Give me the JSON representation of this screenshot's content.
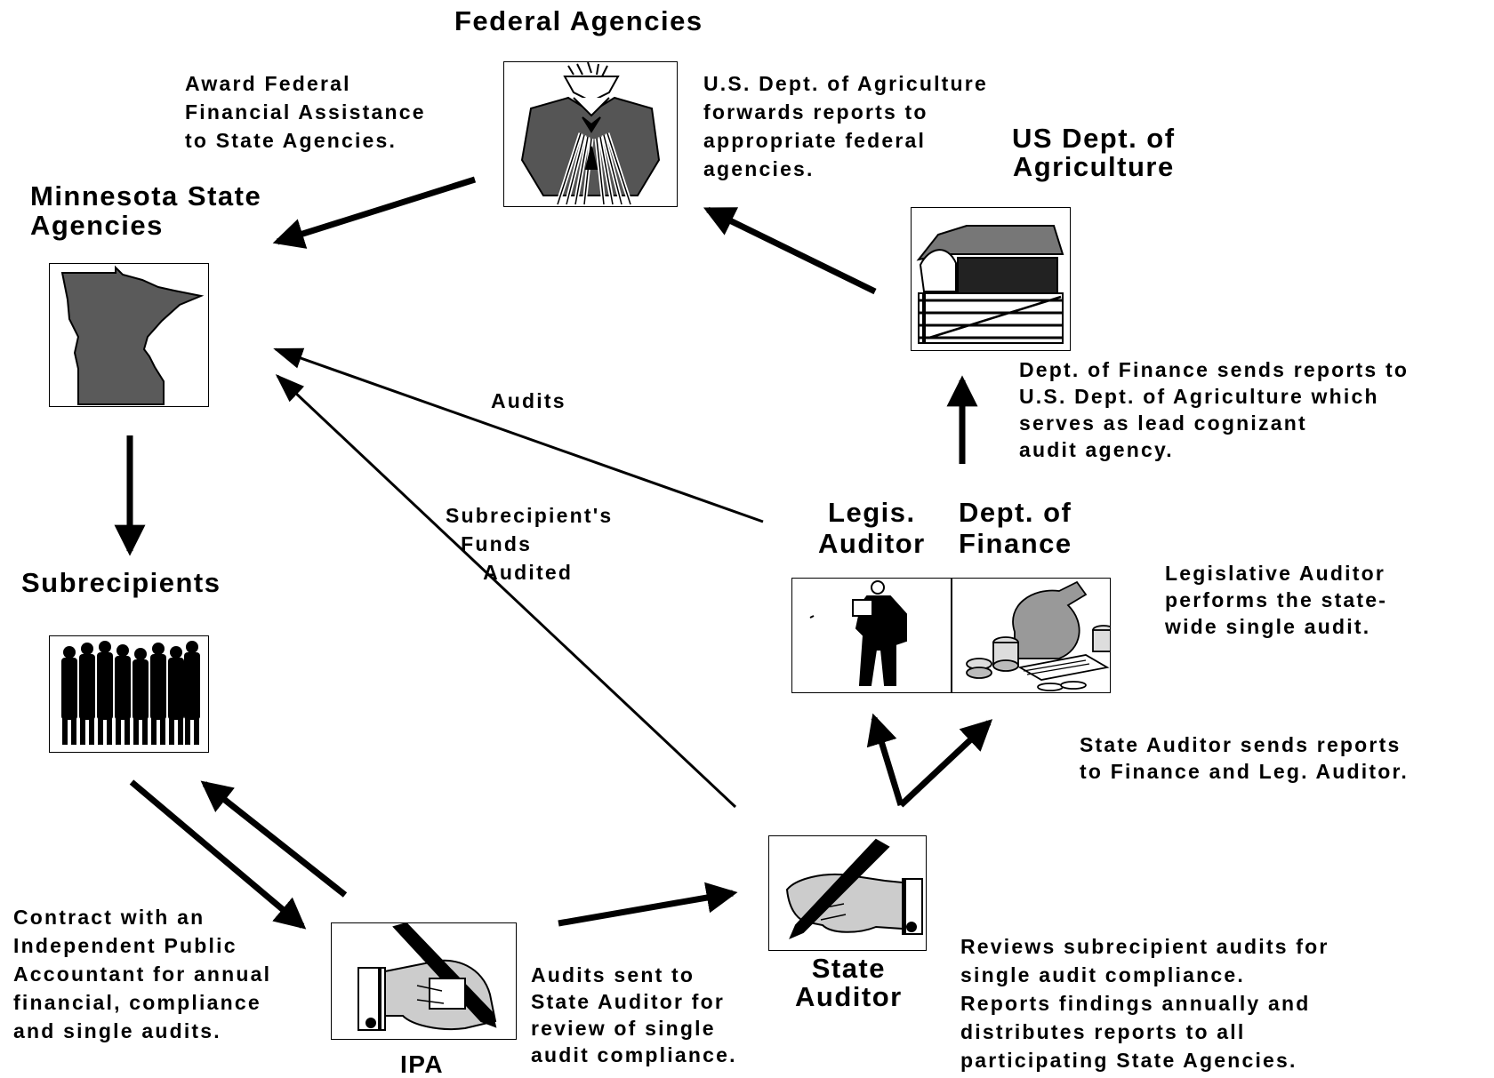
{
  "nodes": {
    "federal": {
      "title": "Federal Agencies",
      "icon": "official-figure-icon"
    },
    "minnesota": {
      "title": "Minnesota State\nAgencies",
      "icon": "minnesota-map-icon"
    },
    "usda": {
      "title": "US Dept. of\nAgriculture",
      "icon": "barn-icon"
    },
    "subrecipients": {
      "title": "Subrecipients",
      "icon": "crowd-icon"
    },
    "legis_auditor": {
      "title": "Legis.\nAuditor",
      "icon": "auditor-figure-icon"
    },
    "dept_finance": {
      "title": "Dept. of\nFinance",
      "icon": "money-bag-icon"
    },
    "state_auditor": {
      "title": "State\nAuditor",
      "icon": "hand-pencil-icon"
    },
    "ipa": {
      "title": "IPA",
      "icon": "hand-pencil-icon"
    }
  },
  "notes": {
    "award": "Award Federal\nFinancial Assistance\nto State Agencies.",
    "usda_forwards": "U.S. Dept. of Agriculture\nforwards reports to\nappropriate federal\nagencies.",
    "finance_sends": "Dept. of Finance sends reports to\nU.S. Dept. of Agriculture which\nserves as lead cognizant\naudit agency.",
    "audits": "Audits",
    "subrecipient_funds": "Subrecipient's\n  Funds\n     Audited",
    "legislative_performs": "Legislative Auditor\nperforms the state-\nwide single audit.",
    "state_sends": "State Auditor sends reports\nto Finance and Leg. Auditor.",
    "contract": "Contract with an\nIndependent Public\nAccountant for annual\nfinancial, compliance\nand single audits.",
    "audits_sent": "Audits sent to\nState Auditor for\nreview of single\naudit compliance.",
    "reviews": "Reviews subrecipient audits for\nsingle audit compliance.\nReports findings annually and\ndistributes reports to all\nparticipating State Agencies."
  }
}
